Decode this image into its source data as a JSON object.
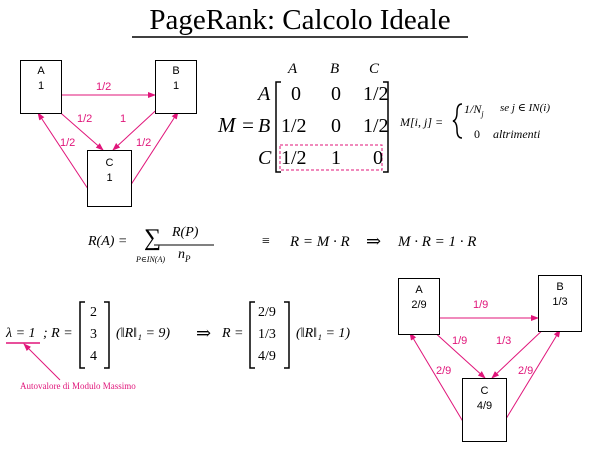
{
  "title": "PageRank: Calcolo Ideale",
  "graph1": {
    "nodes": [
      {
        "name": "A",
        "value": "1"
      },
      {
        "name": "B",
        "value": "1"
      },
      {
        "name": "C",
        "value": "1"
      }
    ],
    "edges": {
      "a_b": "1/2",
      "a_c": "1/2",
      "b_c": "1",
      "c_a": "1/2",
      "c_b": "1/2"
    }
  },
  "matrix": {
    "lhs": "M =",
    "col_headers": [
      "A",
      "B",
      "C"
    ],
    "row_labels": [
      "A",
      "B",
      "C"
    ],
    "rows": [
      [
        "0",
        "0",
        "1/2"
      ],
      [
        "1/2",
        "0",
        "1/2"
      ],
      [
        "1/2",
        "1",
        "0"
      ]
    ]
  },
  "definition": {
    "lhs": "M[i, j] =",
    "case1_value": "1/N",
    "case1_sub": "j",
    "case1_cond": "se   j ∈ IN(i)",
    "case2_value": "0",
    "case2_cond": "altrimenti"
  },
  "formula": {
    "lhs": "R(A) =",
    "sum": "∑",
    "sum_sub": "P∈IN(A)",
    "num": "R(P)",
    "den": "n",
    "den_sub": "P",
    "equiv": "≡",
    "eq1": "R = M · R",
    "implies": "⇒",
    "eq2": "M · R = 1 · R"
  },
  "eigen": {
    "lambda": "λ = 1",
    "sep": "; R =",
    "vector": [
      "2",
      "3",
      "4"
    ],
    "norm": "(‖R‖₁ = 9)",
    "implies": "⇒",
    "lhs2": "R =",
    "vector2": [
      "2/9",
      "1/3",
      "4/9"
    ],
    "norm2": "(‖R‖₁ = 1)",
    "annotation": "Autovalore di Modulo Massimo"
  },
  "graph2": {
    "nodes": [
      {
        "name": "A",
        "value": "2/9"
      },
      {
        "name": "B",
        "value": "1/3"
      },
      {
        "name": "C",
        "value": "4/9"
      }
    ],
    "edges": {
      "a_b": "1/9",
      "a_c": "1/9",
      "b_c": "1/3",
      "c_a": "2/9",
      "c_b": "2/9"
    }
  },
  "colors": {
    "accent": "#e0157a"
  }
}
